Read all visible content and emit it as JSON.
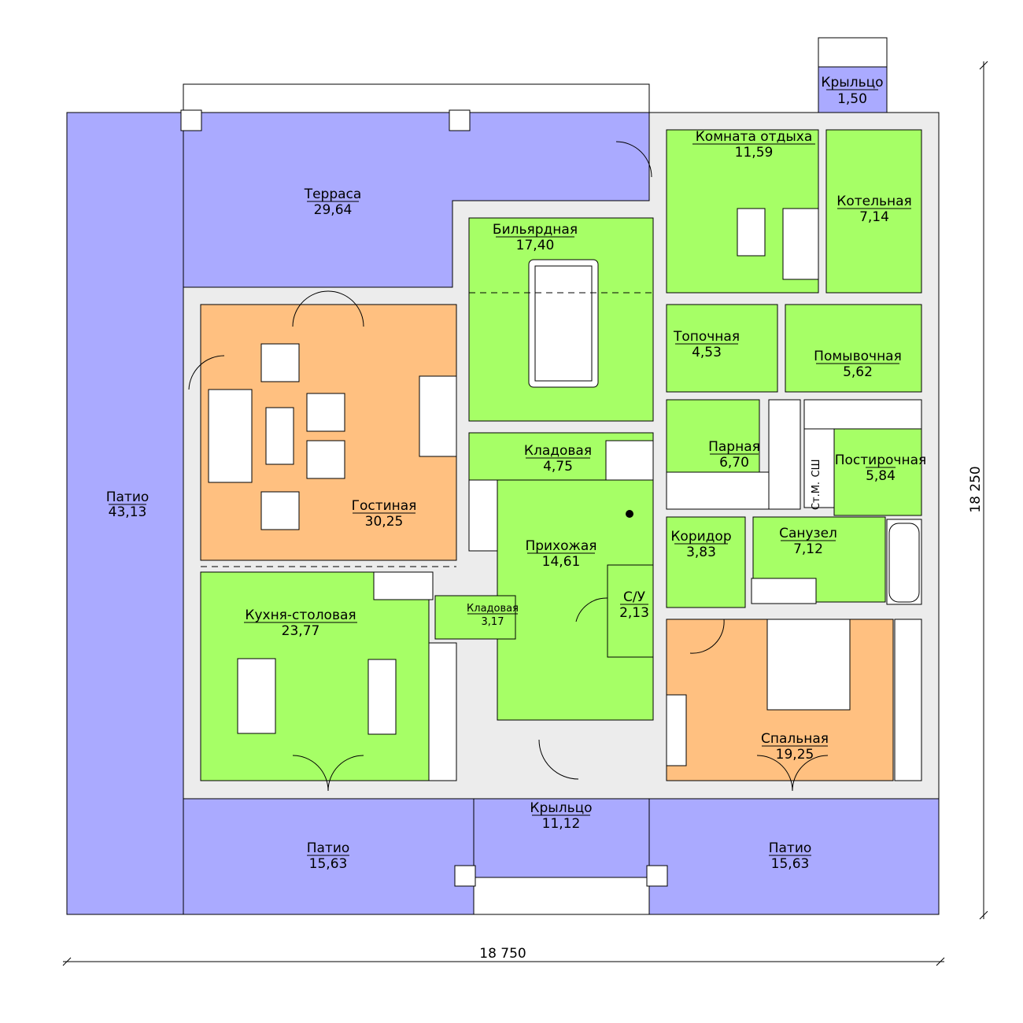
{
  "rooms": [
    {
      "id": "patio-left",
      "name": "Патио",
      "area": "43,13"
    },
    {
      "id": "terrace",
      "name": "Терраса",
      "area": "29,64"
    },
    {
      "id": "porch-top",
      "name": "Крыльцо",
      "area": "1,50"
    },
    {
      "id": "living",
      "name": "Гостиная",
      "area": "30,25"
    },
    {
      "id": "kitchen",
      "name": "Кухня-столовая",
      "area": "23,77"
    },
    {
      "id": "billiard",
      "name": "Бильярдная",
      "area": "17,40"
    },
    {
      "id": "storage1",
      "name": "Кладовая",
      "area": "4,75"
    },
    {
      "id": "hall",
      "name": "Прихожая",
      "area": "14,61"
    },
    {
      "id": "storage2",
      "name": "Кладовая",
      "area": "3,17"
    },
    {
      "id": "wc",
      "name": "С/У",
      "area": "2,13"
    },
    {
      "id": "rest",
      "name": "Комната отдыха",
      "area": "11,59"
    },
    {
      "id": "boiler",
      "name": "Котельная",
      "area": "7,14"
    },
    {
      "id": "furnace",
      "name": "Топочная",
      "area": "4,53"
    },
    {
      "id": "wash",
      "name": "Помывочная",
      "area": "5,62"
    },
    {
      "id": "steam",
      "name": "Парная",
      "area": "6,70"
    },
    {
      "id": "laundry",
      "name": "Постирочная",
      "area": "5,84"
    },
    {
      "id": "corridor",
      "name": "Коридор",
      "area": "3,83"
    },
    {
      "id": "bath",
      "name": "Санузел",
      "area": "7,12"
    },
    {
      "id": "bedroom",
      "name": "Спальная",
      "area": "19,25"
    },
    {
      "id": "porch-bottom",
      "name": "Крыльцо",
      "area": "11,12"
    },
    {
      "id": "patio-bl",
      "name": "Патио",
      "area": "15,63"
    },
    {
      "id": "patio-br",
      "name": "Патио",
      "area": "15,63"
    }
  ],
  "appliances": {
    "dryer": "СШ",
    "washer": "Ст.М."
  },
  "dimensions": {
    "width": "18 750",
    "height": "18 250"
  },
  "colors": {
    "outdoor": "#aaaaff",
    "room": "#a6ff66",
    "living": "#ffc080",
    "wall": "#ececec"
  }
}
